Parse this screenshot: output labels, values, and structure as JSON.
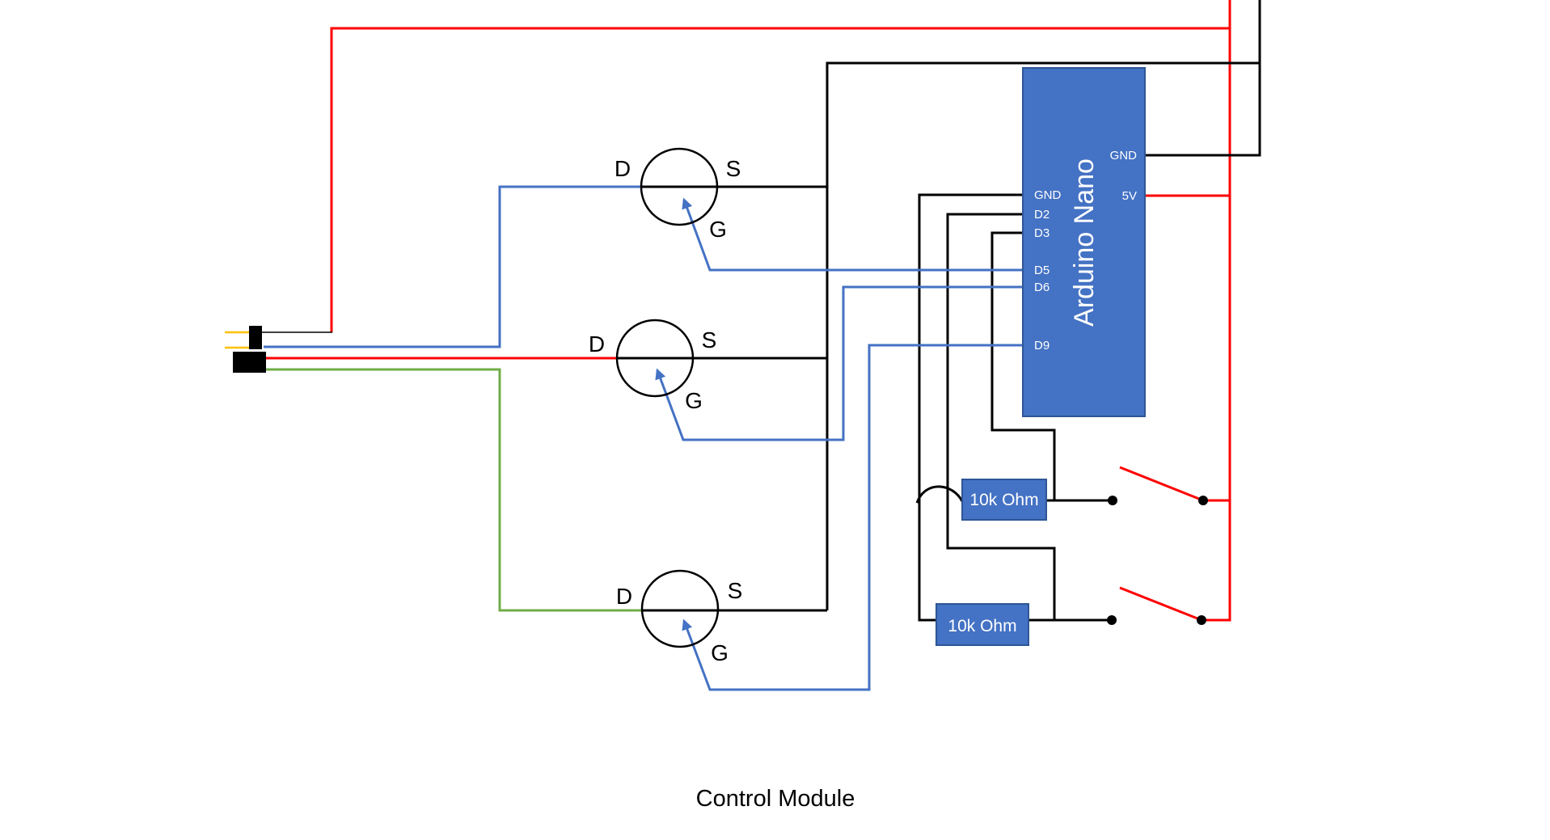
{
  "title": "Control Module",
  "arduino": {
    "label": "Arduino Nano",
    "left_pins": [
      "GND",
      "D2",
      "D3",
      "D5",
      "D6",
      "D9"
    ],
    "right_pins": [
      "GND",
      "5V"
    ]
  },
  "resistors": [
    {
      "label": "10k Ohm"
    },
    {
      "label": "10k Ohm"
    }
  ],
  "transistors": [
    {
      "drain": "D",
      "source": "S",
      "gate": "G"
    },
    {
      "drain": "D",
      "source": "S",
      "gate": "G"
    },
    {
      "drain": "D",
      "source": "S",
      "gate": "G"
    }
  ],
  "switches": {
    "count": 2,
    "state": "open"
  },
  "colors": {
    "wire_red": "#FF0000",
    "wire_blue": "#4472C4",
    "wire_green": "#70AD47",
    "wire_yellow": "#FFC000",
    "wire_black": "#000000",
    "component_fill": "#4472C4",
    "component_border": "#2E5696",
    "component_text": "#FFFFFF"
  }
}
